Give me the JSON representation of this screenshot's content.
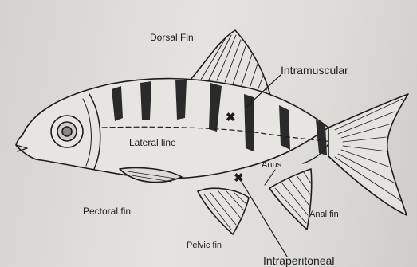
{
  "labels": {
    "dorsal_fin": "Dorsal Fin",
    "intramuscular": "Intramuscular",
    "lateral_line": "Lateral line",
    "anus": "Anus",
    "pectoral_fin": "Pectoral fin",
    "anal_fin": "Anal fin",
    "pelvic_fin": "Pelvic fin",
    "intraperitoneal": "Intraperitoneal"
  },
  "markers": {
    "injection_symbol": "✖"
  },
  "colors": {
    "ink": "#1c1c1c",
    "paper": "#e2e1dd"
  }
}
